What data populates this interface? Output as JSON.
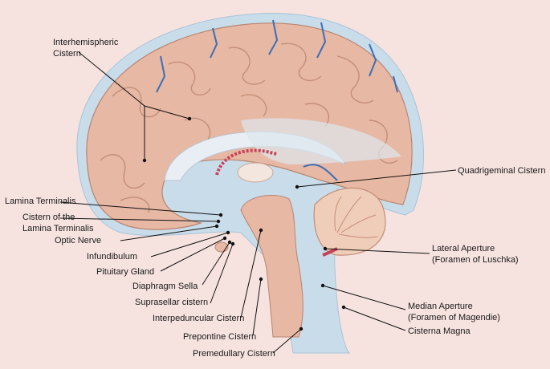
{
  "labels": {
    "interhemispheric": "Interhemispheric\nCistern",
    "quadrigeminal": "Quadrigeminal Cistern",
    "lamina_terminalis": "Lamina Terminalis",
    "cistern_lamina": "Cistern of the\nLamina Terminalis",
    "optic_nerve": "Optic Nerve",
    "infundibulum": "Infundibulum",
    "pituitary_gland": "Pituitary Gland",
    "diaphragm_sella": "Diaphragm Sella",
    "suprasellar": "Suprasellar cistern",
    "interpeduncular": "Interpeduncular Cistern",
    "prepontine": "Prepontine Cistern",
    "premedullary": "Premedullary Cistern",
    "lateral_aperture": "Lateral Aperture\n(Foramen of Luschka)",
    "median_aperture": "Median Aperture\n(Foramen of Magendie)",
    "cisterna_magna": "Cisterna Magna"
  },
  "colors": {
    "background": "#f6e3df",
    "cortex": "#e7b8a4",
    "csf": "#c9dcea",
    "vessel": "#3b6fb6",
    "choroid": "#c7435a"
  }
}
